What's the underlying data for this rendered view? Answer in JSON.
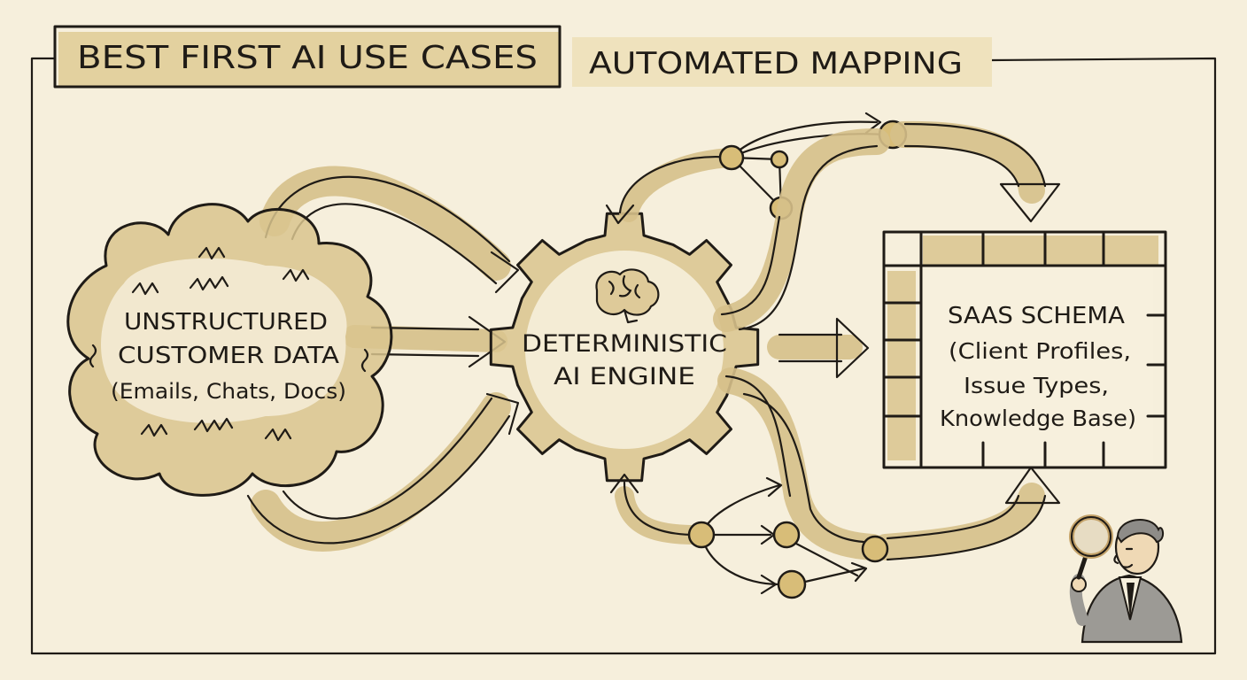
{
  "header": {
    "title": "BEST FIRST AI USE CASES",
    "subtitle": "AUTOMATED MAPPING"
  },
  "source": {
    "line1": "UNSTRUCTURED",
    "line2": "CUSTOMER DATA",
    "line3": "(Emails, Chats, Docs)"
  },
  "engine": {
    "line1": "DETERMINISTIC",
    "line2": "AI ENGINE",
    "icon": "brain-icon"
  },
  "target": {
    "line1": "SAAS SCHEMA",
    "line2": "(Client Profiles,",
    "line3": "Issue Types,",
    "line4": "Knowledge Base)"
  },
  "colors": {
    "paper": "#f6efdc",
    "wash": "#d9c48e",
    "ink": "#1f1b16"
  }
}
